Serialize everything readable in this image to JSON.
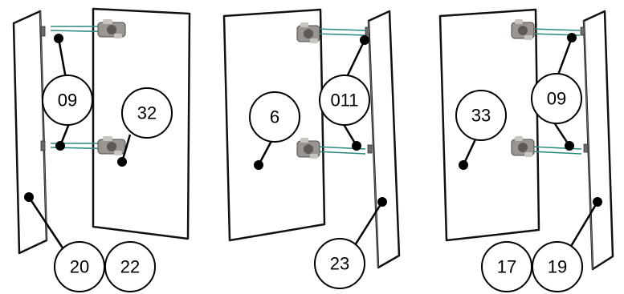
{
  "callouts": {
    "c09_a": "09",
    "c32": "32",
    "c20": "20",
    "c22": "22",
    "c6": "6",
    "c011": "011",
    "c23": "23",
    "c33": "33",
    "c09_b": "09",
    "c17": "17",
    "c19": "19"
  },
  "colors": {
    "dowel": "#2a8a7e",
    "hinge": "#9a9590",
    "outline": "#111111"
  },
  "icons": [
    "hinge-icon",
    "mounting-bracket-icon"
  ]
}
